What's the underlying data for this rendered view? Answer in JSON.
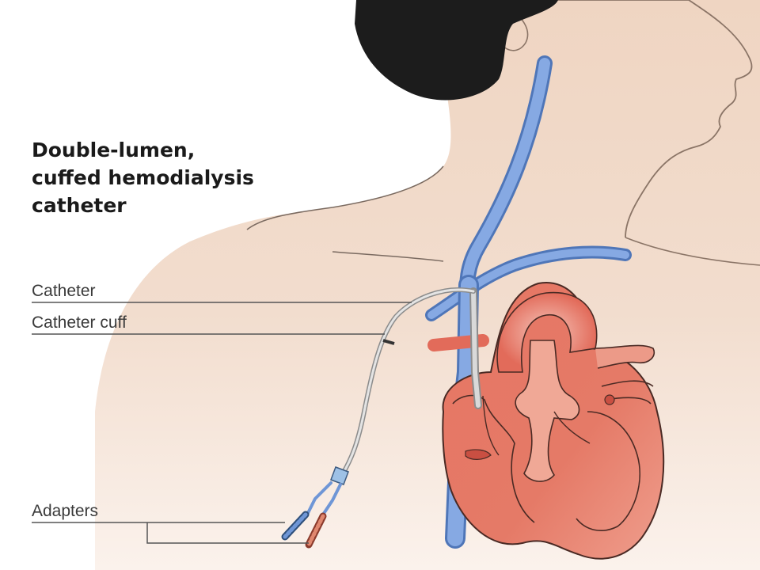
{
  "title": {
    "lines": [
      "Double-lumen,",
      "cuffed hemodialysis",
      "catheter"
    ]
  },
  "labels": {
    "catheter": "Catheter",
    "catheter_cuff": "Catheter cuff",
    "adapters": "Adapters"
  },
  "colors": {
    "skin": "#f0d9c8",
    "hair": "#1c1c1c",
    "vein": "#6f96d6",
    "heart": "#e26b5a",
    "heart_dark": "#c94f42",
    "heart_light": "#f3b3a6",
    "catheter_tube": "#d9d9d9",
    "leader_line": "#555555"
  }
}
